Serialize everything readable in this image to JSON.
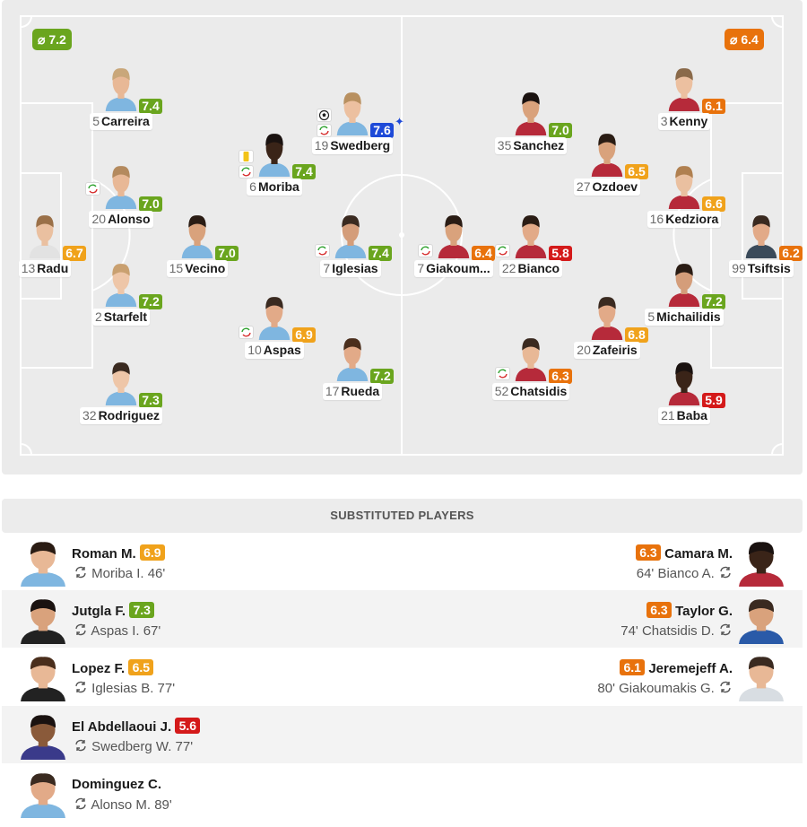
{
  "colors": {
    "green": "#6aa51e",
    "yellow": "#f0a21b",
    "orange": "#e8720c",
    "red": "#d41a1a",
    "blue": "#1e4ad8",
    "pitch": "#ebebeb"
  },
  "lineup": {
    "home_avg": "⌀ 7.2",
    "away_avg": "⌀ 6.4"
  },
  "home_players": [
    {
      "num": "5",
      "name": "Carreira",
      "rating": "7.4",
      "rating_color": "green",
      "kit": "#7fb6e0",
      "skin": "#e8b896",
      "hair": "#c9a77a"
    },
    {
      "num": "19",
      "name": "Swedberg",
      "rating": "7.6",
      "rating_color": "blue",
      "kit": "#7fb6e0",
      "skin": "#ecc0a0",
      "hair": "#b89060"
    },
    {
      "num": "6",
      "name": "Moriba",
      "rating": "7.4",
      "rating_color": "green",
      "kit": "#7fb6e0",
      "skin": "#3a2418",
      "hair": "#1a1210"
    },
    {
      "num": "20",
      "name": "Alonso",
      "rating": "7.0",
      "rating_color": "green",
      "kit": "#7fb6e0",
      "skin": "#e8b896",
      "hair": "#b48a5e"
    },
    {
      "num": "15",
      "name": "Vecino",
      "rating": "7.0",
      "rating_color": "green",
      "kit": "#7fb6e0",
      "skin": "#d9a27c",
      "hair": "#2a1c14"
    },
    {
      "num": "7",
      "name": "Iglesias",
      "rating": "7.4",
      "rating_color": "green",
      "kit": "#7fb6e0",
      "skin": "#d49d7a",
      "hair": "#3a2a20"
    },
    {
      "num": "13",
      "name": "Radu",
      "rating": "6.7",
      "rating_color": "yellow",
      "kit": "#e2e2e2",
      "skin": "#eac0a0",
      "hair": "#9a7048"
    },
    {
      "num": "2",
      "name": "Starfelt",
      "rating": "7.2",
      "rating_color": "green",
      "kit": "#7fb6e0",
      "skin": "#eec6a8",
      "hair": "#c9a070"
    },
    {
      "num": "10",
      "name": "Aspas",
      "rating": "6.9",
      "rating_color": "yellow",
      "kit": "#7fb6e0",
      "skin": "#e2aa88",
      "hair": "#3a2a20"
    },
    {
      "num": "17",
      "name": "Rueda",
      "rating": "7.2",
      "rating_color": "green",
      "kit": "#7fb6e0",
      "skin": "#e2aa88",
      "hair": "#4a2e1c"
    },
    {
      "num": "32",
      "name": "Rodriguez",
      "rating": "7.3",
      "rating_color": "green",
      "kit": "#7fb6e0",
      "skin": "#eec6a8",
      "hair": "#3a2a20"
    }
  ],
  "away_players": [
    {
      "num": "35",
      "name": "Sanchez",
      "rating": "7.0",
      "rating_color": "green",
      "kit": "#b62a3a",
      "skin": "#d9a27c",
      "hair": "#1a1210"
    },
    {
      "num": "3",
      "name": "Kenny",
      "rating": "6.1",
      "rating_color": "orange",
      "kit": "#b62a3a",
      "skin": "#ecc0a0",
      "hair": "#8a6a4a"
    },
    {
      "num": "27",
      "name": "Ozdoev",
      "rating": "6.5",
      "rating_color": "yellow",
      "kit": "#b62a3a",
      "skin": "#d9a27c",
      "hair": "#2a1c14"
    },
    {
      "num": "16",
      "name": "Kedziora",
      "rating": "6.6",
      "rating_color": "yellow",
      "kit": "#b62a3a",
      "skin": "#eac0a0",
      "hair": "#b08050"
    },
    {
      "num": "7",
      "name": "Giakoum...",
      "rating": "6.4",
      "rating_color": "orange",
      "kit": "#b62a3a",
      "skin": "#d9a27c",
      "hair": "#2a1c14"
    },
    {
      "num": "22",
      "name": "Bianco",
      "rating": "5.8",
      "rating_color": "red",
      "kit": "#b62a3a",
      "skin": "#e2aa88",
      "hair": "#2a1c14"
    },
    {
      "num": "99",
      "name": "Tsiftsis",
      "rating": "6.2",
      "rating_color": "orange",
      "kit": "#3a4a5a",
      "skin": "#e2aa88",
      "hair": "#3a2a20"
    },
    {
      "num": "5",
      "name": "Michailidis",
      "rating": "7.2",
      "rating_color": "green",
      "kit": "#b62a3a",
      "skin": "#d49d7a",
      "hair": "#2a1c14"
    },
    {
      "num": "20",
      "name": "Zafeiris",
      "rating": "6.8",
      "rating_color": "yellow",
      "kit": "#b62a3a",
      "skin": "#e2aa88",
      "hair": "#3a2a20"
    },
    {
      "num": "52",
      "name": "Chatsidis",
      "rating": "6.3",
      "rating_color": "orange",
      "kit": "#b62a3a",
      "skin": "#e8b896",
      "hair": "#3a2a20"
    },
    {
      "num": "21",
      "name": "Baba",
      "rating": "5.9",
      "rating_color": "red",
      "kit": "#b62a3a",
      "skin": "#3a2418",
      "hair": "#1a1210"
    }
  ],
  "substitutes": {
    "title": "SUBSTITUTED PLAYERS",
    "home": [
      {
        "name": "Roman M.",
        "rating": "6.9",
        "rating_color": "yellow",
        "detail": "Moriba I. 46'"
      },
      {
        "name": "Jutgla F.",
        "rating": "7.3",
        "rating_color": "green",
        "detail": "Aspas I. 67'"
      },
      {
        "name": "Lopez F.",
        "rating": "6.5",
        "rating_color": "yellow",
        "detail": "Iglesias B. 77'"
      },
      {
        "name": "El Abdellaoui J.",
        "rating": "5.6",
        "rating_color": "red",
        "detail": "Swedberg W. 77'"
      },
      {
        "name": "Dominguez C.",
        "rating": "",
        "rating_color": "",
        "detail": "Alonso M. 89'"
      }
    ],
    "away": [
      {
        "name": "Camara M.",
        "rating": "6.3",
        "rating_color": "orange",
        "detail": "64' Bianco A."
      },
      {
        "name": "Taylor G.",
        "rating": "6.3",
        "rating_color": "orange",
        "detail": "74' Chatsidis D."
      },
      {
        "name": "Jeremejeff A.",
        "rating": "6.1",
        "rating_color": "orange",
        "detail": "80' Giakoumakis G."
      }
    ]
  }
}
